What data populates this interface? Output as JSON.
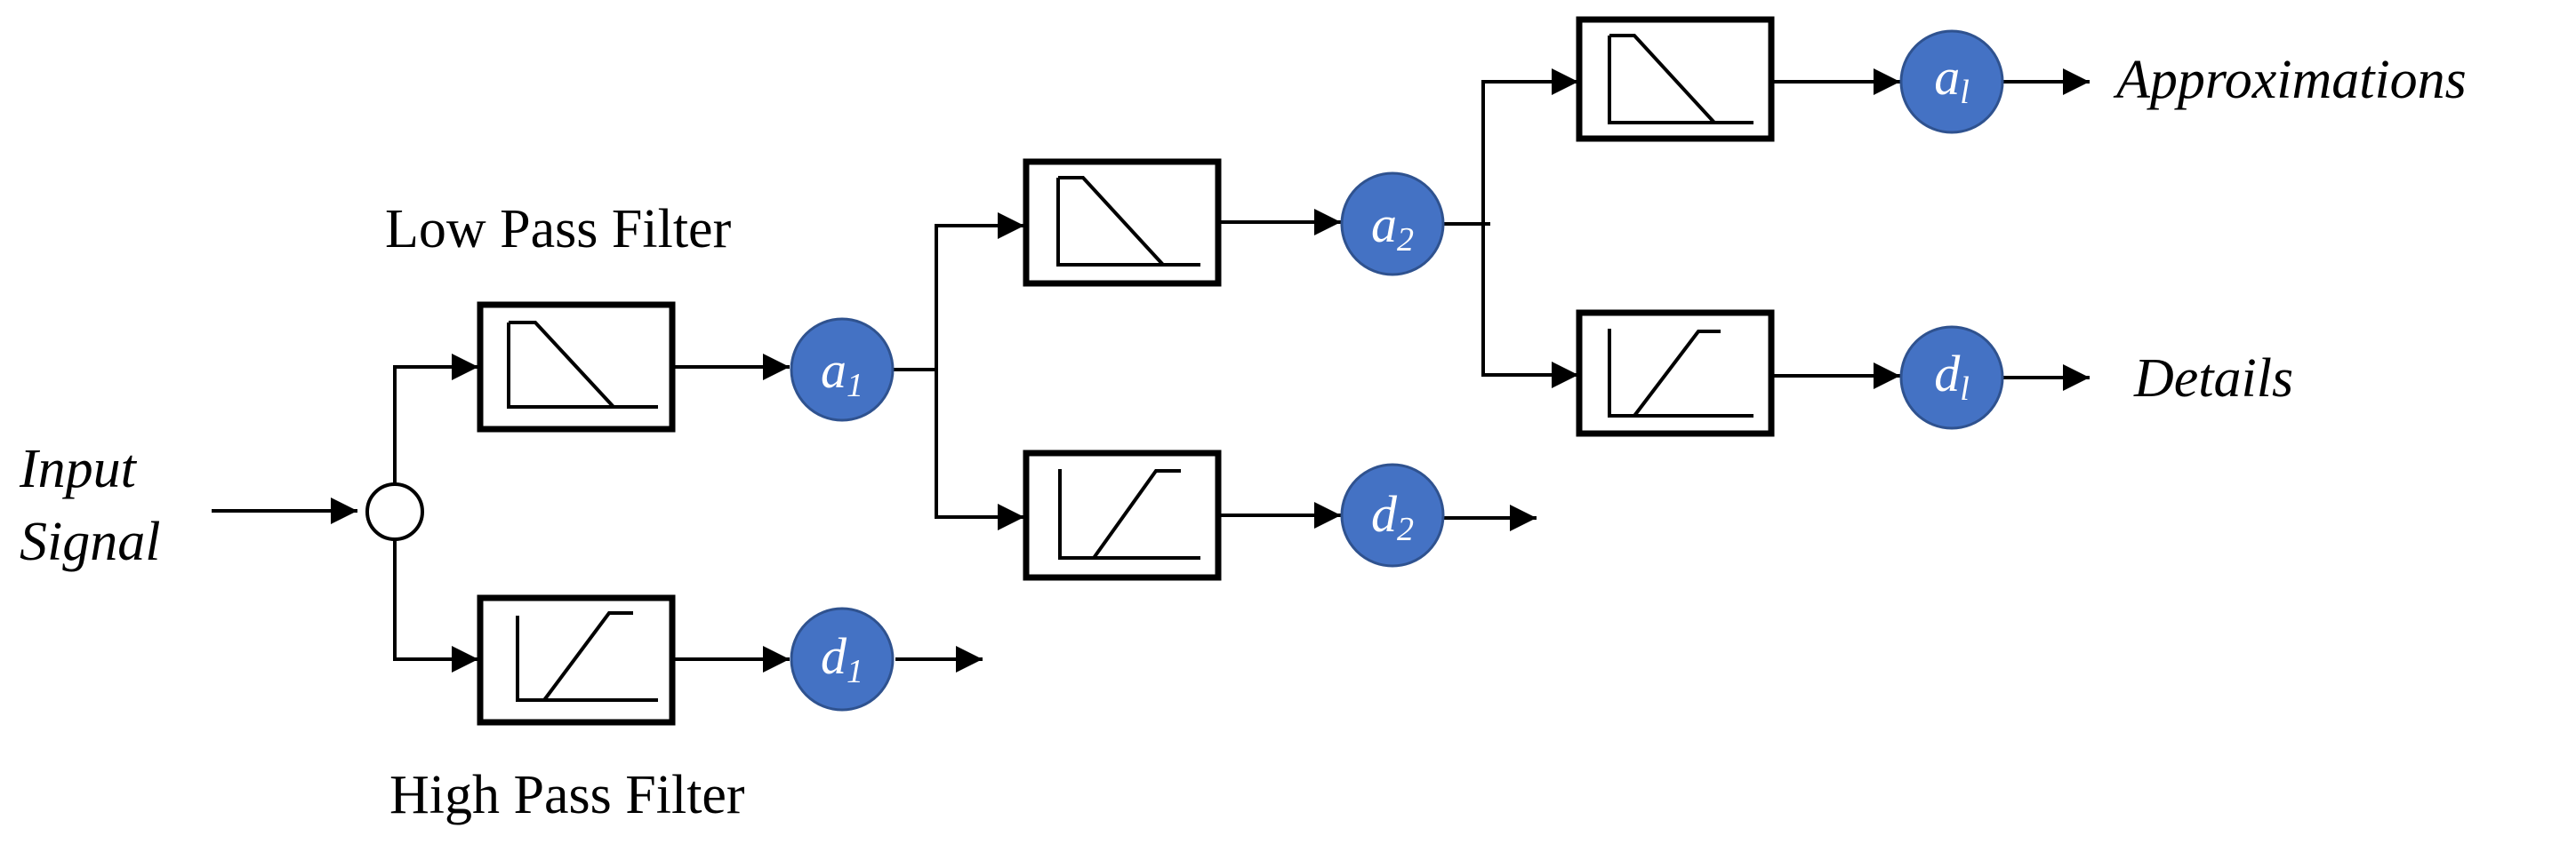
{
  "labels": {
    "input_line1": "Input",
    "input_line2": "Signal",
    "low_pass_filter": "Low Pass Filter",
    "high_pass_filter": "High Pass Filter",
    "approximations": "Approximations",
    "details": "Details"
  },
  "nodes": {
    "a1": {
      "base": "a",
      "sub": "1"
    },
    "d1": {
      "base": "d",
      "sub": "1"
    },
    "a2": {
      "base": "a",
      "sub": "2"
    },
    "d2": {
      "base": "d",
      "sub": "2"
    },
    "al": {
      "base": "a",
      "sub": "l"
    },
    "dl": {
      "base": "d",
      "sub": "l"
    }
  },
  "colors": {
    "node_fill": "#4472c4",
    "node_stroke": "#2f528f",
    "line": "#000000"
  }
}
